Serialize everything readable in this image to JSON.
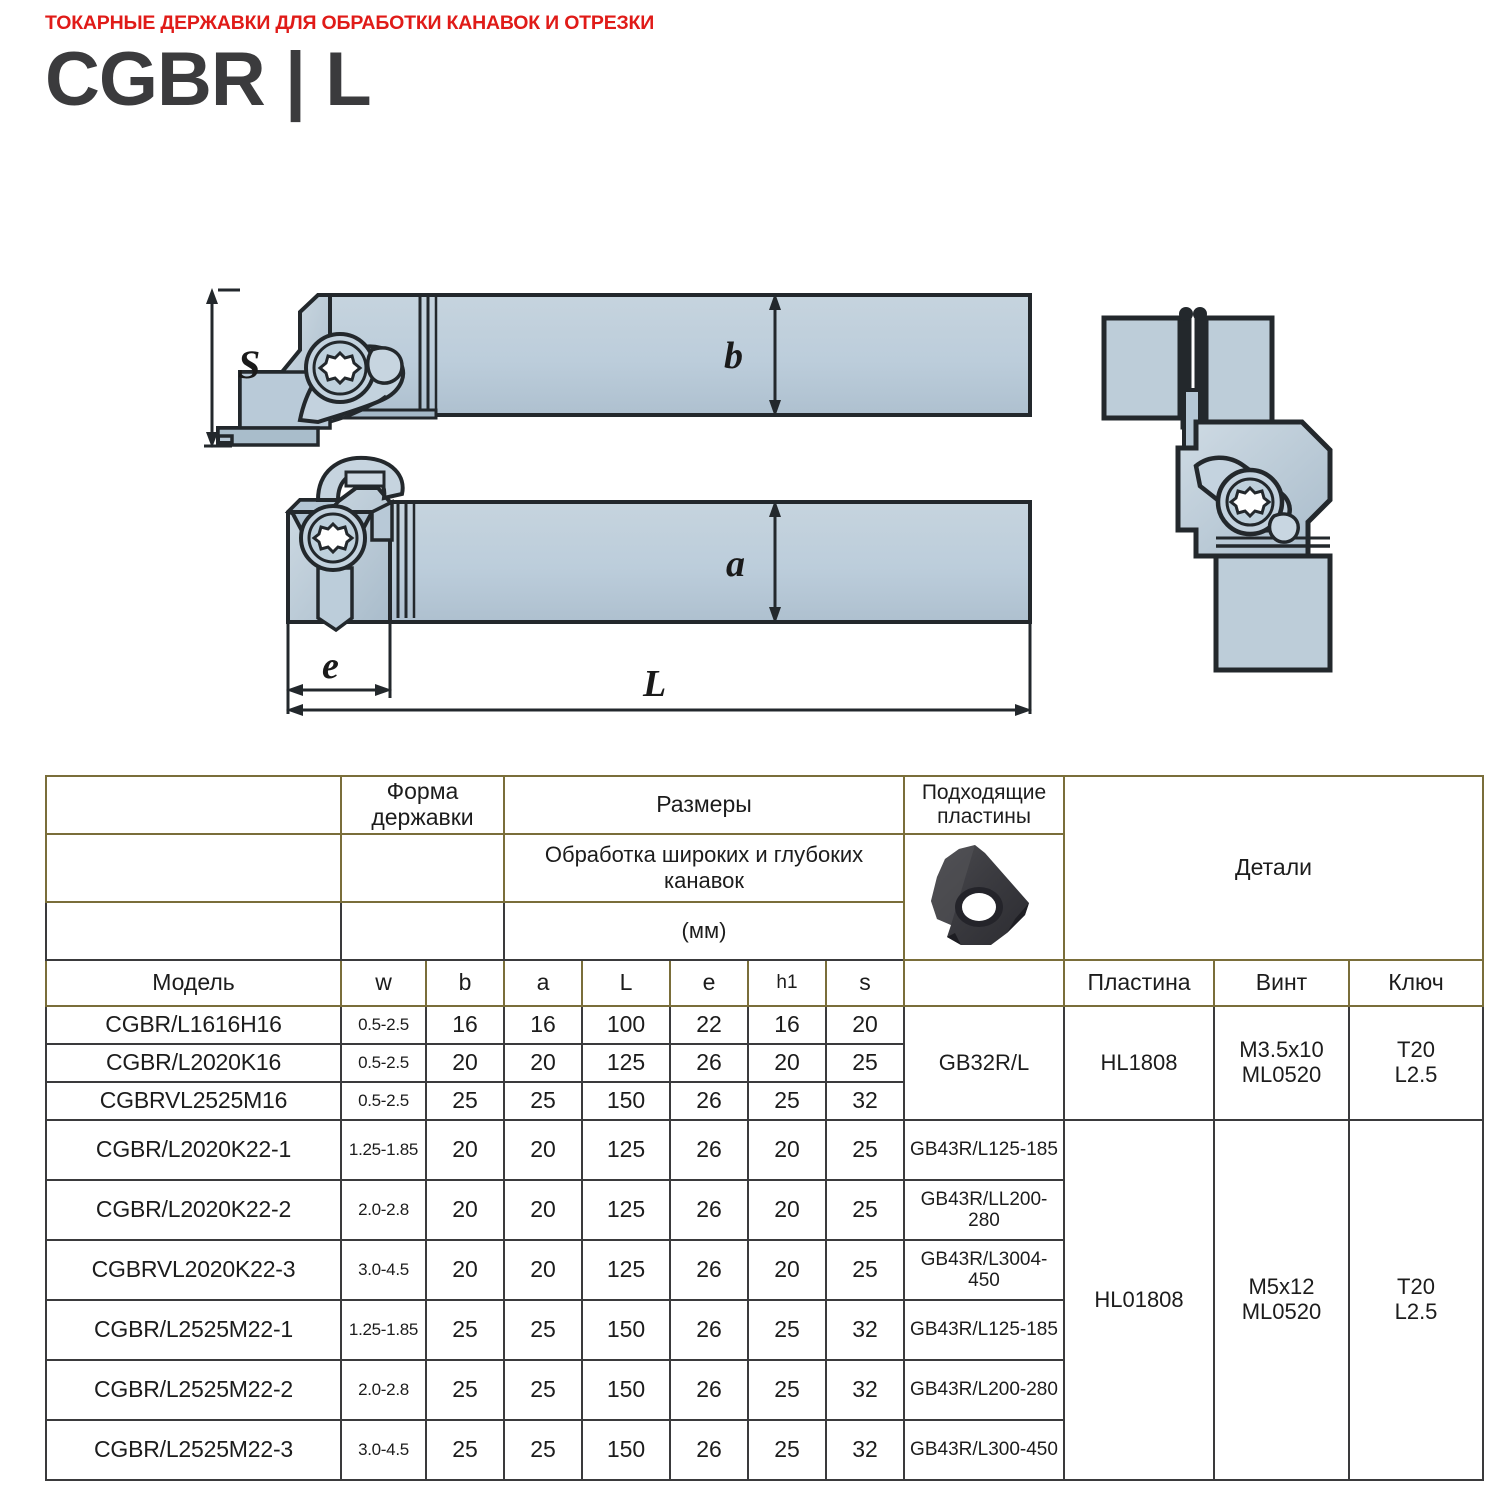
{
  "header": {
    "kicker": "ТОКАРНЫЕ ДЕРЖАВКИ ДЛЯ ОБРАБОТКИ КАНАВОК И ОТРЕЗКИ",
    "title": "CGBR | L",
    "kicker_color": "#e01b18",
    "title_color": "#3b3b3d"
  },
  "drawing": {
    "labels": {
      "s": "S",
      "b": "b",
      "a": "a",
      "e": "e",
      "L": "L"
    },
    "shank_fill": "#bdcdd8",
    "outline": "#23282c"
  },
  "table": {
    "headers": {
      "form": "Форма державки",
      "sizes": "Размеры",
      "work_desc": "Обработка широких и глубоких канавок",
      "units": "(мм)",
      "suitable_inserts": "Подходящие пластины",
      "parts": "Детали",
      "model": "Модель",
      "w": "w",
      "b": "b",
      "a": "a",
      "L": "L",
      "e": "e",
      "h1": "h1",
      "s": "s",
      "insert": "Пластина",
      "screw": "Винт",
      "key": "Ключ"
    },
    "insert_icon": "carbide-insert-photo",
    "rows": [
      {
        "model": "CGBR/L1616H16",
        "w": "0.5-2.5",
        "b": "16",
        "a": "16",
        "L": "100",
        "e": "22",
        "h1": "16",
        "s": "20",
        "fit": "GB32R/L"
      },
      {
        "model": "CGBR/L2020K16",
        "w": "0.5-2.5",
        "b": "20",
        "a": "20",
        "L": "125",
        "e": "26",
        "h1": "20",
        "s": "25",
        "fit": ""
      },
      {
        "model": "CGBRVL2525M16",
        "w": "0.5-2.5",
        "b": "25",
        "a": "25",
        "L": "150",
        "e": "26",
        "h1": "25",
        "s": "32",
        "fit": ""
      },
      {
        "model": "CGBR/L2020K22-1",
        "w": "1.25-1.85",
        "b": "20",
        "a": "20",
        "L": "125",
        "e": "26",
        "h1": "20",
        "s": "25",
        "fit": "GB43R/L125-185"
      },
      {
        "model": "CGBR/L2020K22-2",
        "w": "2.0-2.8",
        "b": "20",
        "a": "20",
        "L": "125",
        "e": "26",
        "h1": "20",
        "s": "25",
        "fit": "GB43R/LL200-280"
      },
      {
        "model": "CGBRVL2020K22-3",
        "w": "3.0-4.5",
        "b": "20",
        "a": "20",
        "L": "125",
        "e": "26",
        "h1": "20",
        "s": "25",
        "fit": "GB43R/L3004-450"
      },
      {
        "model": "CGBR/L2525M22-1",
        "w": "1.25-1.85",
        "b": "25",
        "a": "25",
        "L": "150",
        "e": "26",
        "h1": "25",
        "s": "32",
        "fit": "GB43R/L125-185"
      },
      {
        "model": "CGBR/L2525M22-2",
        "w": "2.0-2.8",
        "b": "25",
        "a": "25",
        "L": "150",
        "e": "26",
        "h1": "25",
        "s": "32",
        "fit": "GB43R/L200-280"
      },
      {
        "model": "CGBR/L2525M22-3",
        "w": "3.0-4.5",
        "b": "25",
        "a": "25",
        "L": "150",
        "e": "26",
        "h1": "25",
        "s": "32",
        "fit": "GB43R/L300-450"
      }
    ],
    "groups": {
      "group1": {
        "insert": "HL1808",
        "screw": "M3.5x10\nML0520",
        "key": "T20\nL2.5"
      },
      "group2": {
        "insert": "HL01808",
        "screw": "M5x12\nML0520",
        "key": "T20\nL2.5"
      }
    },
    "group1_fit": "GB32R/L",
    "border_olive": "#7a6e3a",
    "border_dark": "#3a3a3c"
  }
}
